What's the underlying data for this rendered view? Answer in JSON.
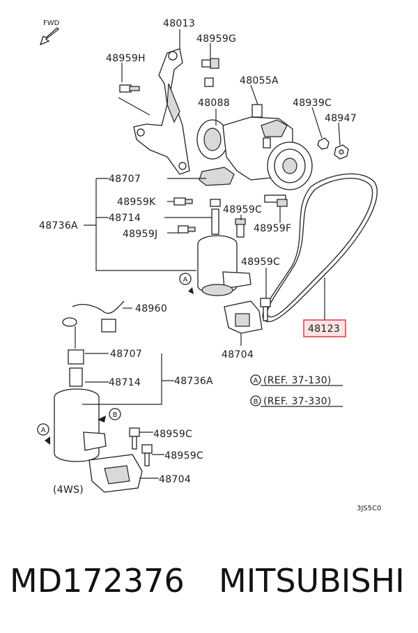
{
  "header": {
    "fwd_label": "FWD"
  },
  "labels": {
    "p48013": "48013",
    "p48959G": "48959G",
    "p48959H": "48959H",
    "p48055A": "48055A",
    "p48088": "48088",
    "p48939C": "48939C",
    "p48947": "48947",
    "p48707_top": "48707",
    "p48959K": "48959K",
    "p48714_top": "48714",
    "p48736A_top": "48736A",
    "p48959C_a": "48959C",
    "p48959J": "48959J",
    "p48959F": "48959F",
    "p48959C_b": "48959C",
    "p48123": "48123",
    "p48704_top": "48704",
    "p48960": "48960",
    "p48707_bot": "48707",
    "p48714_bot": "48714",
    "p48736A_bot": "48736A",
    "p48959C_c": "48959C",
    "p48959C_d": "48959C",
    "p48704_bot": "48704"
  },
  "refs": {
    "ref_a": "(REF. 37-130)",
    "ref_b": "(REF. 37-330)",
    "marker_a": "A",
    "marker_b": "B"
  },
  "notes": {
    "four_ws": "(4WS)",
    "diagram_code": "3JS5C0"
  },
  "footer": {
    "part_number": "MD172376",
    "brand": "MITSUBISHI"
  },
  "colors": {
    "highlight": "#e0373f",
    "highlight_fill": "#fbe3e5",
    "ink": "#1f1f1f"
  }
}
